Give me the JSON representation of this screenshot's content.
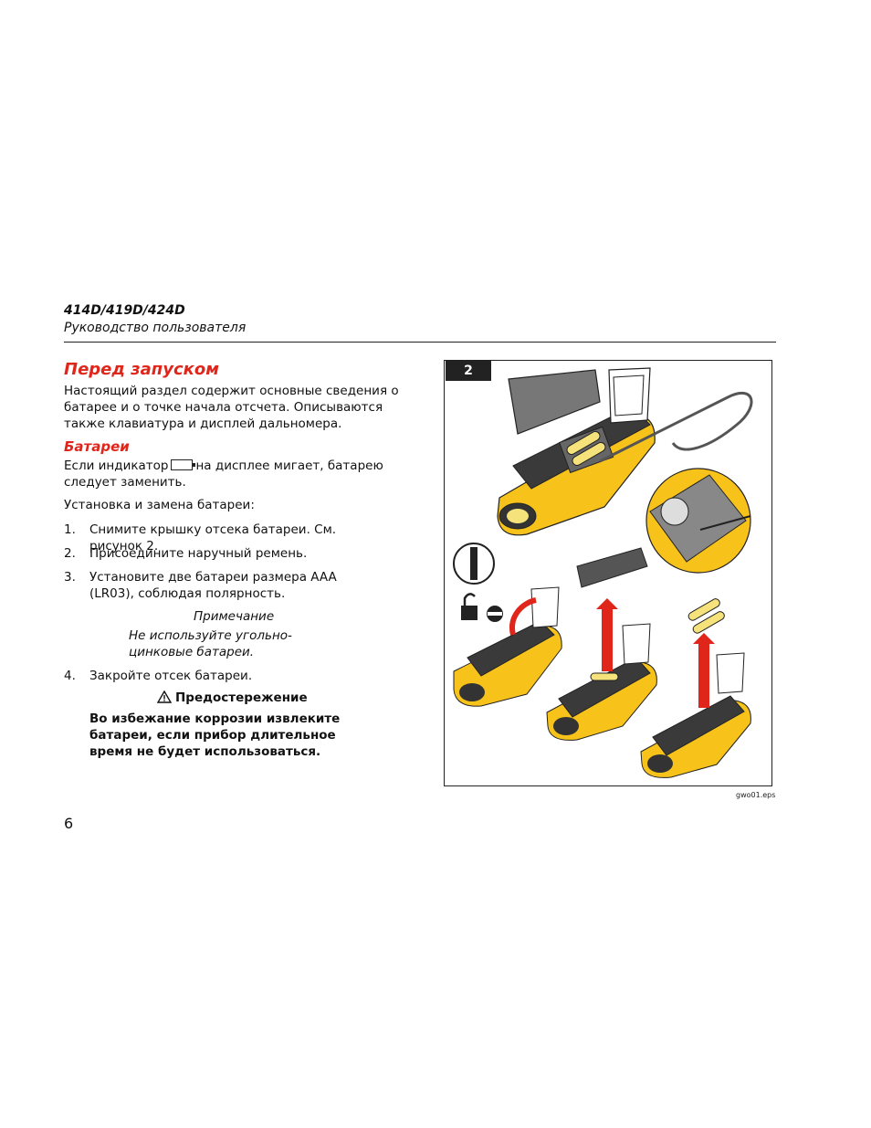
{
  "header": {
    "model": "414D/419D/424D",
    "subtitle": "Руководство пользователя"
  },
  "section": {
    "title": "Перед запуском",
    "intro": "Настоящий раздел содержит основные сведения о батарее и о точке начала отсчета. Описываются также клавиатура и дисплей дальномера."
  },
  "batteries": {
    "title": "Батареи",
    "line_before_icon": "Если индикатор",
    "line_after_icon": "на дисплее мигает, батарею",
    "line2": "следует заменить.",
    "battery_icon": "battery-icon",
    "install_intro": "Установка и замена батареи:",
    "steps": [
      {
        "num": "1.",
        "text": "Снимите крышку отсека батареи. См. рисунок 2."
      },
      {
        "num": "2.",
        "text": "Присоедините наручный ремень."
      },
      {
        "num": "3.",
        "text": "Установите две батареи размера AAA (LR03), соблюдая полярность."
      },
      {
        "num": "4.",
        "text": "Закройте отсек батареи."
      }
    ],
    "note_title": "Примечание",
    "note_body": "Не используйте угольно-цинковые батареи.",
    "caution_title": "Предостережение",
    "caution_icon": "warning-triangle-icon",
    "caution_body": "Во избежание коррозии извлеките батареи, если прибор длительное время не будет использоваться."
  },
  "figure": {
    "label": "2",
    "ref": "gwo01.eps",
    "colors": {
      "device_yellow": "#f7c31a",
      "device_dark": "#3a3a3a",
      "arrow_red": "#e0261b",
      "battery_yellow": "#f5e27a"
    }
  },
  "page_number": "6"
}
